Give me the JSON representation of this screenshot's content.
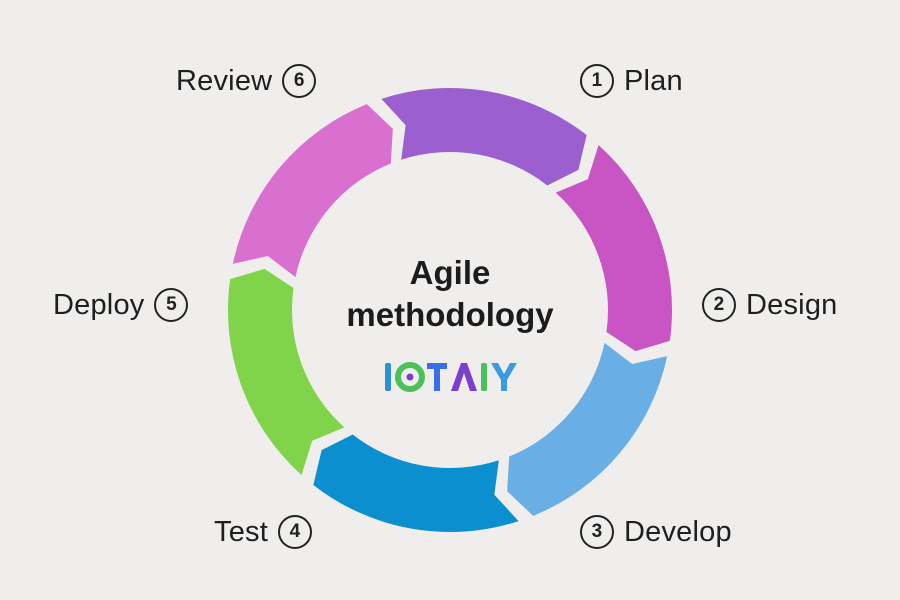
{
  "title_line1": "Agile",
  "title_line2": "methodology",
  "logo_text": "IOTAIY",
  "steps": [
    {
      "num": "1",
      "label": "Plan",
      "color": "#d96fcf"
    },
    {
      "num": "2",
      "label": "Design",
      "color": "#9b5fd0"
    },
    {
      "num": "3",
      "label": "Develop",
      "color": "#c955c4"
    },
    {
      "num": "4",
      "label": "Test",
      "color": "#6aaee6"
    },
    {
      "num": "5",
      "label": "Deploy",
      "color": "#0b8fcf"
    },
    {
      "num": "6",
      "label": "Review",
      "color": "#7fd44a"
    }
  ]
}
